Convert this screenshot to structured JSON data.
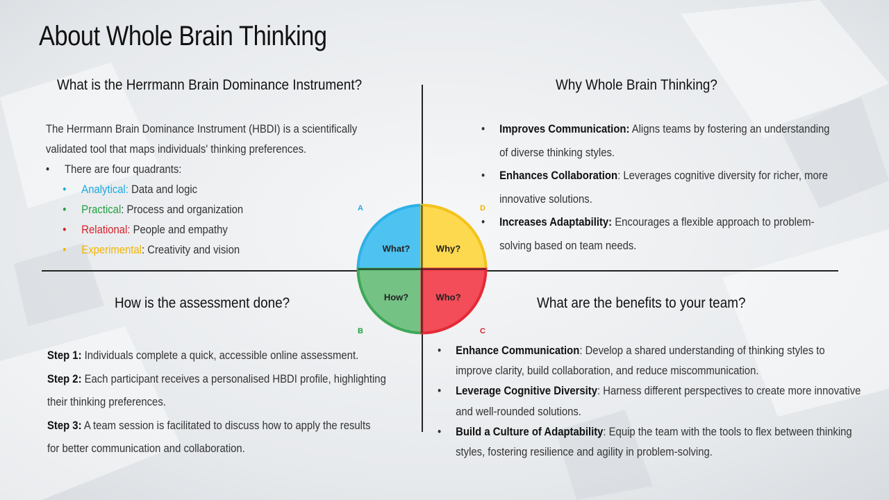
{
  "title": "About Whole Brain Thinking",
  "quadrant1": {
    "heading": "What is the Herrmann Brain Dominance Instrument?",
    "intro_line1": "The Herrmann Brain Dominance Instrument (HBDI) is a scientifically",
    "intro_line2": "validated tool that maps individuals' thinking preferences.",
    "bullet": "There are four quadrants:",
    "items": [
      {
        "name": "Analytical:",
        "desc": " Data and logic",
        "color": "#1fa9e1"
      },
      {
        "name": "Practical",
        "desc": ": Process and organization",
        "color": "#20a040"
      },
      {
        "name": "Relational:",
        "desc": " People and empathy",
        "color": "#d6202a"
      },
      {
        "name": "Experimental",
        "desc": ": Creativity and vision",
        "color": "#f2b400"
      }
    ]
  },
  "quadrant2": {
    "heading": "Why Whole Brain Thinking?",
    "items": [
      {
        "bold": "Improves Communication:",
        "line1": " Aligns teams by fostering an understanding",
        "line2": "of diverse thinking styles."
      },
      {
        "bold": "Enhances Collaboration",
        "line1": ": Leverages cognitive diversity for richer, more",
        "line2": "innovative solutions."
      },
      {
        "bold": "Increases Adaptability:",
        "line1": " Encourages a flexible approach to problem-",
        "line2": "solving based on team needs."
      }
    ]
  },
  "quadrant3": {
    "heading": "How is the assessment done?",
    "steps": [
      {
        "label": "Step 1:",
        "line1": " Individuals complete a quick, accessible online assessment.",
        "line2": ""
      },
      {
        "label": "Step 2:",
        "line1": " Each participant receives a personalised HBDI profile, highlighting",
        "line2": "their thinking preferences."
      },
      {
        "label": "Step 3:",
        "line1": " A team session is facilitated to discuss how to apply the results",
        "line2": "for better communication and collaboration."
      }
    ]
  },
  "quadrant4": {
    "heading": "What are the benefits to your team?",
    "items": [
      {
        "bold": "Enhance Communication",
        "line1": ": Develop a shared understanding of thinking styles to",
        "line2": "improve clarity, build collaboration, and reduce miscommunication."
      },
      {
        "bold": "Leverage Cognitive Diversity",
        "line1": ": Harness different perspectives to create more innovative",
        "line2": "and well-rounded solutions."
      },
      {
        "bold": "Build a Culture of Adaptability",
        "line1": ": Equip the team with the tools to flex between thinking",
        "line2": "styles, fostering resilience and agility in problem-solving."
      }
    ]
  },
  "brain_model": {
    "labels": {
      "what": "What?",
      "why": "Why?",
      "how": "How?",
      "who": "Who?"
    },
    "letters": {
      "a": "A",
      "b": "B",
      "c": "C",
      "d": "D"
    },
    "colors": {
      "what": "#4ec3f1",
      "why": "#fdd94f",
      "how": "#74c385",
      "who": "#f24d58",
      "what_rim": "#2fb0e6",
      "why_rim": "#f4c21a",
      "how_rim": "#3fa858",
      "who_rim": "#e42a36"
    }
  }
}
